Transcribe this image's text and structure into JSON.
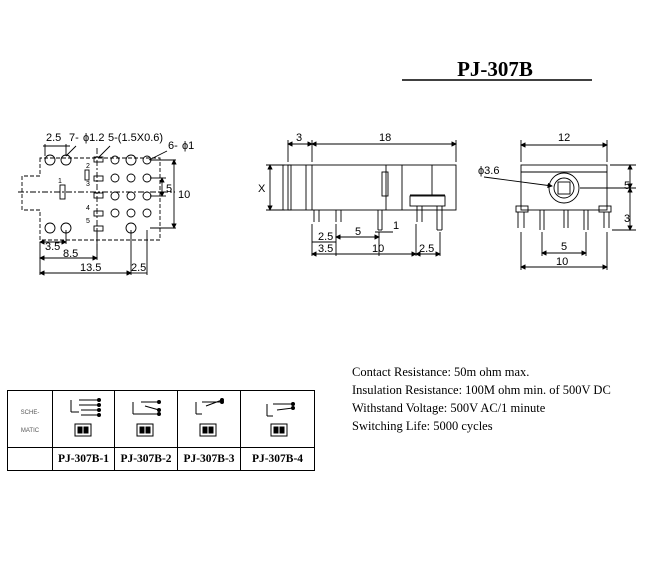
{
  "title": "PJ-307B",
  "left_view": {
    "labels": [
      "2.5",
      "7-",
      "ϕ1.2",
      "5-(1.5X0.6)",
      "6-",
      "ϕ1",
      "5",
      "10",
      "3.5",
      "8.5",
      "13.5",
      "2.5"
    ],
    "pin_numbers": [
      "1",
      "2",
      "3",
      "4",
      "5"
    ]
  },
  "side_view": {
    "labels": [
      "3",
      "18",
      "X",
      "2.5",
      "5",
      "1",
      "3.5",
      "10",
      "2.5"
    ]
  },
  "front_view": {
    "labels": [
      "12",
      "ϕ3.6",
      "5",
      "3",
      "5",
      "10"
    ]
  },
  "specs": [
    "Contact Resistance:     50m ohm max.",
    "Insulation Resistance: 100M ohm min. of 500V DC",
    "Withstand Voltage: 500V AC/1 minute",
    "Switching Life: 5000 cycles"
  ],
  "schematic_table": {
    "header": "SCHE-\nMATIC",
    "models": [
      "PJ-307B-1",
      "PJ-307B-2",
      "PJ-307B-3",
      "PJ-307B-4"
    ]
  }
}
